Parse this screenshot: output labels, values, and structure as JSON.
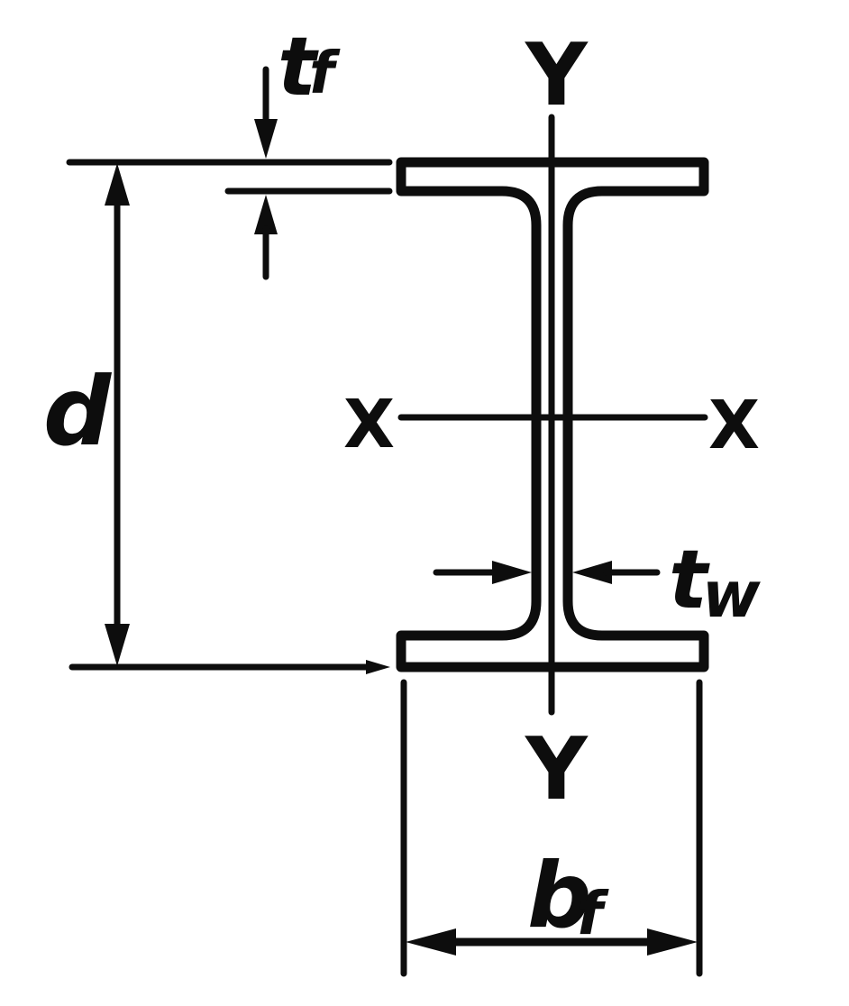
{
  "colors": {
    "ink": "#0d0d0d",
    "background": "#ffffff"
  },
  "labels": {
    "axis_x": "X",
    "axis_y": "Y",
    "depth": "d",
    "flange_thickness": {
      "base": "t",
      "sub": "f"
    },
    "web_thickness": {
      "base": "t",
      "sub": "w"
    },
    "flange_width": {
      "base": "b",
      "sub": "f"
    }
  }
}
